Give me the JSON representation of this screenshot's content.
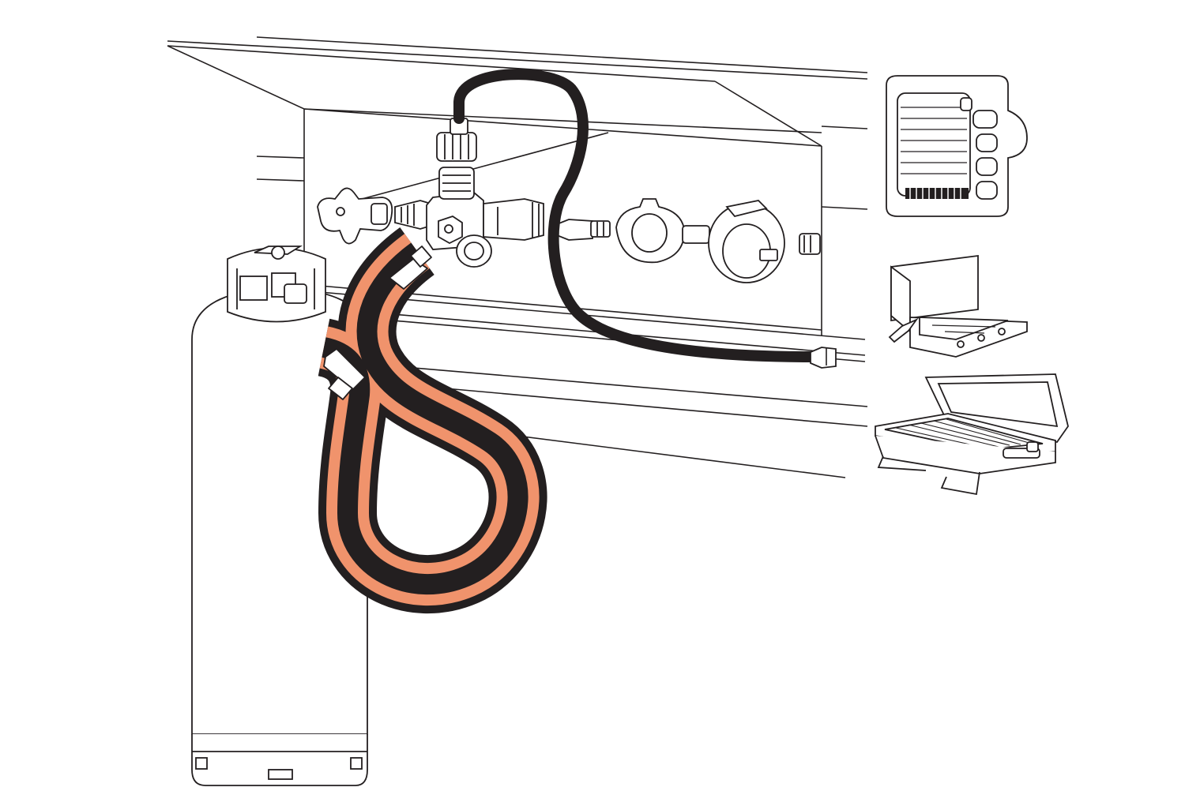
{
  "diagram": {
    "subject": "propane-tank-extension-hose-connection",
    "components": [
      {
        "id": "propane-tank",
        "label": ""
      },
      {
        "id": "highlighted-hose",
        "label": ""
      },
      {
        "id": "tee-adapter",
        "label": ""
      },
      {
        "id": "shutoff-valve",
        "label": ""
      },
      {
        "id": "pigtail-hose",
        "label": ""
      },
      {
        "id": "two-stage-regulator",
        "label": ""
      },
      {
        "id": "heater-appliance",
        "label": ""
      },
      {
        "id": "camp-stove-appliance",
        "label": ""
      },
      {
        "id": "grill-appliance",
        "label": ""
      }
    ]
  },
  "colors": {
    "line": "#231f20",
    "highlight": "#f0936c",
    "background": "#ffffff",
    "fill": "#ffffff"
  }
}
